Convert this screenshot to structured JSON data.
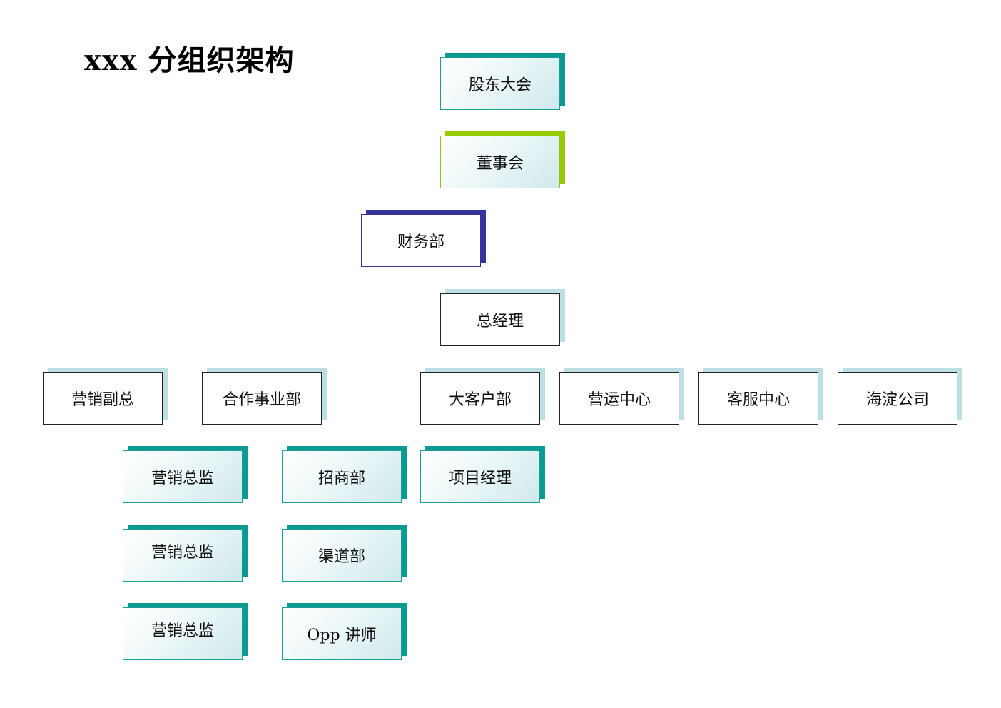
{
  "title": "xxx 分组织架构",
  "nodes": {
    "shareholders": "股东大会",
    "board": "董事会",
    "finance": "财务部",
    "gm": "总经理",
    "vp_marketing": "营销副总",
    "cooperation": "合作事业部",
    "key_accounts": "大客户部",
    "operations": "营运中心",
    "customer_service": "客服中心",
    "haidian": "海淀公司",
    "marketing_director_1": "营销总监",
    "marketing_director_2": "营销总监",
    "marketing_director_3": "营销总监",
    "investment": "招商部",
    "channel": "渠道部",
    "opp_lecturer": "Opp 讲师",
    "project_manager": "项目经理"
  },
  "colors": {
    "teal": "#0b9a92",
    "lime": "#99cc00",
    "navy": "#33339a",
    "light_shadow": "#bcdfe3",
    "gradient_end": "#cfe9ec"
  }
}
